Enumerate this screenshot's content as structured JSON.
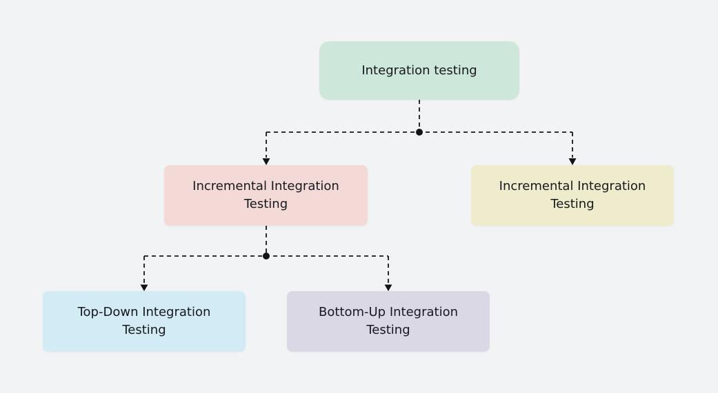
{
  "diagram": {
    "background_color": "#f2f3f5",
    "line_color": "#141414",
    "text_color": "#15181d",
    "nodes": {
      "root": {
        "label": "Integration testing",
        "lines": [
          "Integration testing"
        ],
        "color": "#cde8da"
      },
      "incremental_left": {
        "label": "Incremental Integration Testing",
        "lines": [
          "Incremental Integration",
          "Testing"
        ],
        "color": "#f4dad6"
      },
      "incremental_right": {
        "label": "Incremental Integration Testing",
        "lines": [
          "Incremental Integration",
          "Testing"
        ],
        "color": "#efeccd"
      },
      "top_down": {
        "label": "Top-Down Integration Testing",
        "lines": [
          "Top-Down Integration",
          "Testing"
        ],
        "color": "#d3ebf5"
      },
      "bottom_up": {
        "label": "Bottom-Up Integration Testing",
        "lines": [
          "Bottom-Up Integration",
          "Testing"
        ],
        "color": "#dad8e4"
      }
    }
  }
}
